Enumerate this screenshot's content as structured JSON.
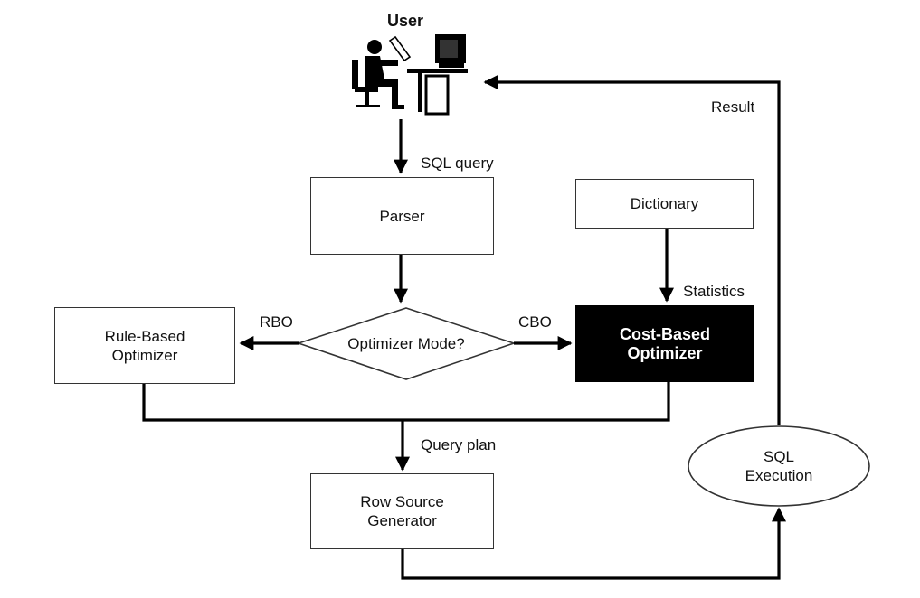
{
  "user": {
    "label": "User",
    "icon": "user-at-computer-icon"
  },
  "edges": {
    "sql_query": "SQL query",
    "statistics": "Statistics",
    "rbo": "RBO",
    "cbo": "CBO",
    "query_plan": "Query plan",
    "result": "Result"
  },
  "nodes": {
    "parser": "Parser",
    "dictionary": "Dictionary",
    "optimizer_mode": "Optimizer Mode?",
    "rule_based": [
      "Rule-Based",
      "Optimizer"
    ],
    "cost_based": [
      "Cost-Based",
      "Optimizer"
    ],
    "row_source": [
      "Row Source",
      "Generator"
    ],
    "sql_execution": [
      "SQL",
      "Execution"
    ]
  },
  "colors": {
    "line": "#000000",
    "box_border": "#333333",
    "highlight_fill": "#000000",
    "highlight_text": "#ffffff"
  }
}
